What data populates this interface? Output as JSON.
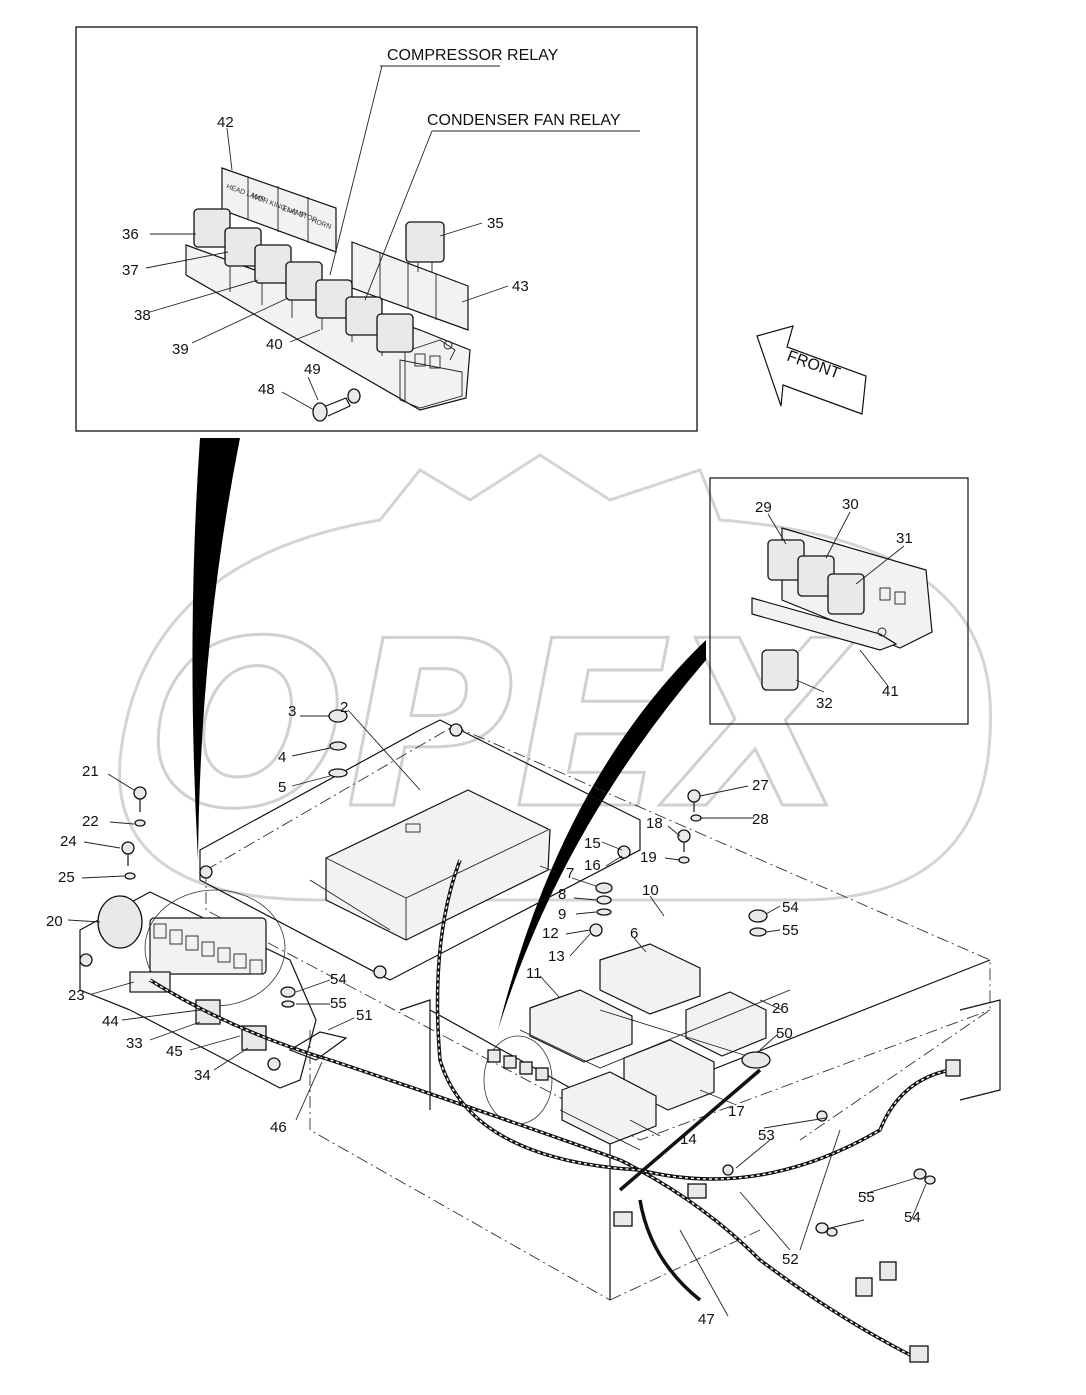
{
  "labels": {
    "compressor_relay": "COMPRESSOR RELAY",
    "condenser_fan_relay": "CONDENSER FAN RELAY",
    "front": "FRONT"
  },
  "relay_tags": {
    "head_lamp": "HEAD LAMP",
    "working_lamp": "WOR KING LAMP",
    "eng_stop": "ENG STOP",
    "horn": "HORN"
  },
  "watermark": "OPEX",
  "parts": {
    "p2": "2",
    "p3": "3",
    "p4": "4",
    "p5": "5",
    "p6": "6",
    "p7": "7",
    "p8": "8",
    "p9": "9",
    "p10": "10",
    "p11": "11",
    "p12": "12",
    "p13": "13",
    "p14": "14",
    "p15": "15",
    "p16": "16",
    "p17": "17",
    "p18": "18",
    "p19": "19",
    "p20": "20",
    "p21": "21",
    "p22": "22",
    "p23": "23",
    "p24": "24",
    "p25": "25",
    "p26": "26",
    "p27": "27",
    "p28": "28",
    "p29": "29",
    "p30": "30",
    "p31": "31",
    "p32": "32",
    "p33": "33",
    "p34": "34",
    "p35": "35",
    "p36": "36",
    "p37": "37",
    "p38": "38",
    "p39": "39",
    "p40": "40",
    "p41": "41",
    "p42": "42",
    "p43": "43",
    "p44": "44",
    "p45": "45",
    "p46": "46",
    "p47": "47",
    "p48": "48",
    "p49": "49",
    "p50": "50",
    "p51": "51",
    "p52": "52",
    "p53": "53",
    "p54a": "54",
    "p54b": "54",
    "p54c": "54",
    "p55a": "55",
    "p55b": "55",
    "p55c": "55"
  }
}
